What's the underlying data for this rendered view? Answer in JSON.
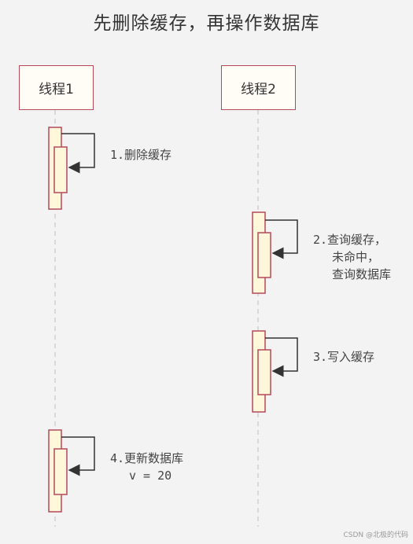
{
  "title": "先删除缓存，再操作数据库",
  "participants": {
    "thread1": "线程1",
    "thread2": "线程2"
  },
  "steps": {
    "s1": {
      "line1": "1.删除缓存"
    },
    "s2": {
      "line1": "2.查询缓存，",
      "line2": "未命中，",
      "line3": "查询数据库"
    },
    "s3": {
      "line1": "3.写入缓存"
    },
    "s4": {
      "line1": "4.更新数据库",
      "line2": "v = 20"
    }
  },
  "watermark": "CSDN @北极的代码",
  "colors": {
    "border": "#b5495a",
    "activation_fill": "#fff7d9",
    "lifeline": "#c8c8c8",
    "arrow": "#333333"
  }
}
